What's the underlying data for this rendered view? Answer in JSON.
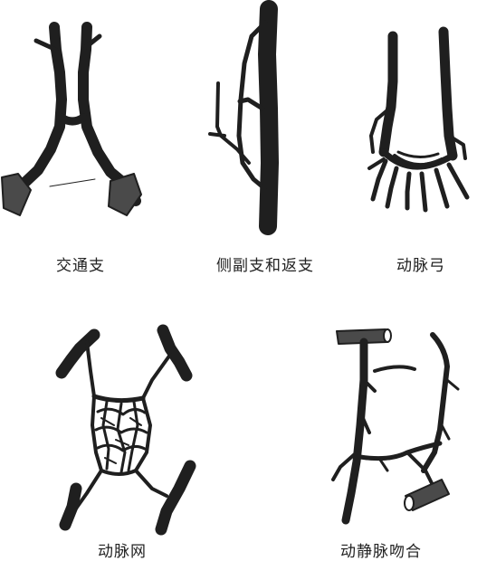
{
  "panels": [
    {
      "id": "communicating-branch",
      "label": "交通支"
    },
    {
      "id": "collateral-recurrent",
      "label": "侧副支和返支"
    },
    {
      "id": "arterial-arch",
      "label": "动脉弓"
    },
    {
      "id": "arterial-network",
      "label": "动脉网"
    },
    {
      "id": "arteriovenous-anastomosis",
      "label": "动静脉吻合"
    }
  ],
  "colors": {
    "vessel_stroke": "#1f1f1f",
    "vessel_fill": "#4a4a4a",
    "label": "#222222"
  }
}
